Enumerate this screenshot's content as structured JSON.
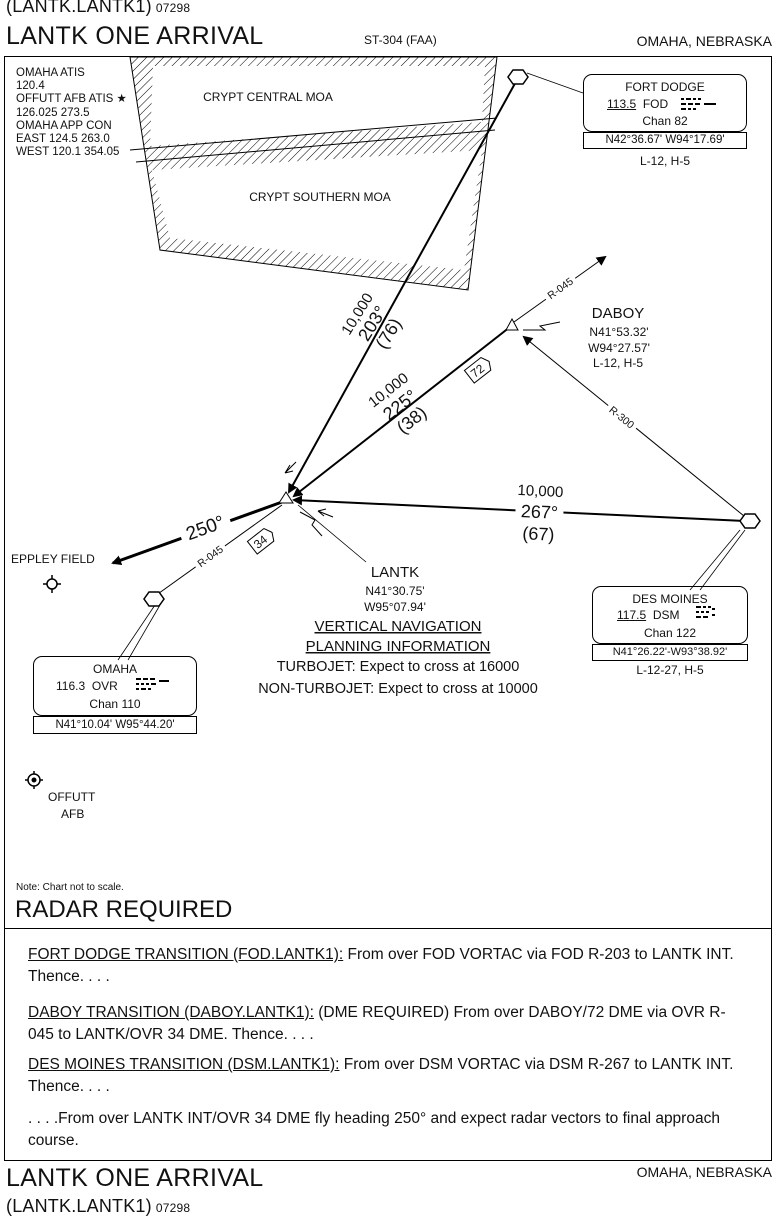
{
  "header": {
    "procedure_code": "(LANTK.LANTK1)",
    "code_number": "07298",
    "title": "LANTK ONE ARRIVAL",
    "chart_id": "ST-304 (FAA)",
    "location": "OMAHA, NEBRASKA"
  },
  "comms": {
    "lines": [
      "OMAHA ATIS",
      "120.4",
      "OFFUTT AFB ATIS",
      "126.025  273.5",
      "OMAHA APP CON",
      "EAST 124.5  263.0",
      "WEST 120.1  354.05"
    ]
  },
  "airspace": {
    "central": "CRYPT CENTRAL MOA",
    "southern": "CRYPT SOUTHERN MOA"
  },
  "navaids": {
    "fod": {
      "name": "FORT DODGE",
      "freq": "113.5",
      "ident": "FOD",
      "chan": "Chan  82",
      "coords": "N42°36.67' W94°17.69'",
      "charts": "L-12, H-5"
    },
    "dsm": {
      "name": "DES MOINES",
      "freq": "117.5",
      "ident": "DSM",
      "chan": "Chan  122",
      "coords": "N41°26.22'-W93°38.92'",
      "charts": "L-12-27, H-5"
    },
    "ovr": {
      "name": "OMAHA",
      "freq": "116.3",
      "ident": "OVR",
      "chan": "Chan  110",
      "coords": "N41°10.04' W95°44.20'"
    }
  },
  "fixes": {
    "daboy": {
      "name": "DABOY",
      "lat": "N41°53.32'",
      "lon": "W94°27.57'",
      "charts": "L-12, H-5"
    },
    "lantk": {
      "name": "LANTK",
      "lat": "N41°30.75'",
      "lon": "W95°07.94'"
    }
  },
  "routes": {
    "fod": {
      "alt": "10,000",
      "course": "203°",
      "dist": "(76)"
    },
    "daboy": {
      "alt": "10,000",
      "course": "225°",
      "dist": "(38)",
      "dme": "72"
    },
    "dsm": {
      "alt": "10,000",
      "course": "267°",
      "dist": "(67)"
    },
    "heading": "250°",
    "r045_upper": "R-045",
    "r045_lower": "R-045",
    "r300": "R-300",
    "dme34": "34"
  },
  "airports": {
    "eppley": "EPPLEY FIELD",
    "offutt_1": "OFFUTT",
    "offutt_2": "AFB"
  },
  "vnav": {
    "title1": "VERTICAL NAVIGATION",
    "title2": "PLANNING INFORMATION",
    "turbojet": "TURBOJET: Expect to cross at 16000",
    "nonturbojet": "NON-TURBOJET: Expect to cross at 10000"
  },
  "notes": {
    "scale": "Note: Chart not to scale.",
    "radar": "RADAR REQUIRED"
  },
  "transitions": [
    {
      "name": "FORT DODGE TRANSITION (FOD.LANTK1):",
      "text": " From over FOD VORTAC via FOD R-203 to LANTK INT.  Thence. . . ."
    },
    {
      "name": "DABOY TRANSITION (DABOY.LANTK1):",
      "text": " (DME REQUIRED) From over DABOY/72 DME via OVR R-045 to LANTK/OVR 34 DME.  Thence. . . ."
    },
    {
      "name": "DES MOINES TRANSITION (DSM.LANTK1):",
      "text": " From over DSM VORTAC via DSM R-267 to LANTK INT.  Thence. . . ."
    }
  ],
  "final_text": ". . . .From over LANTK INT/OVR 34 DME fly heading 250° and expect radar vectors to final approach course.",
  "footer": {
    "title": "LANTK ONE ARRIVAL",
    "location": "OMAHA, NEBRASKA",
    "procedure_code": "(LANTK.LANTK1)",
    "code_number": "07298"
  }
}
